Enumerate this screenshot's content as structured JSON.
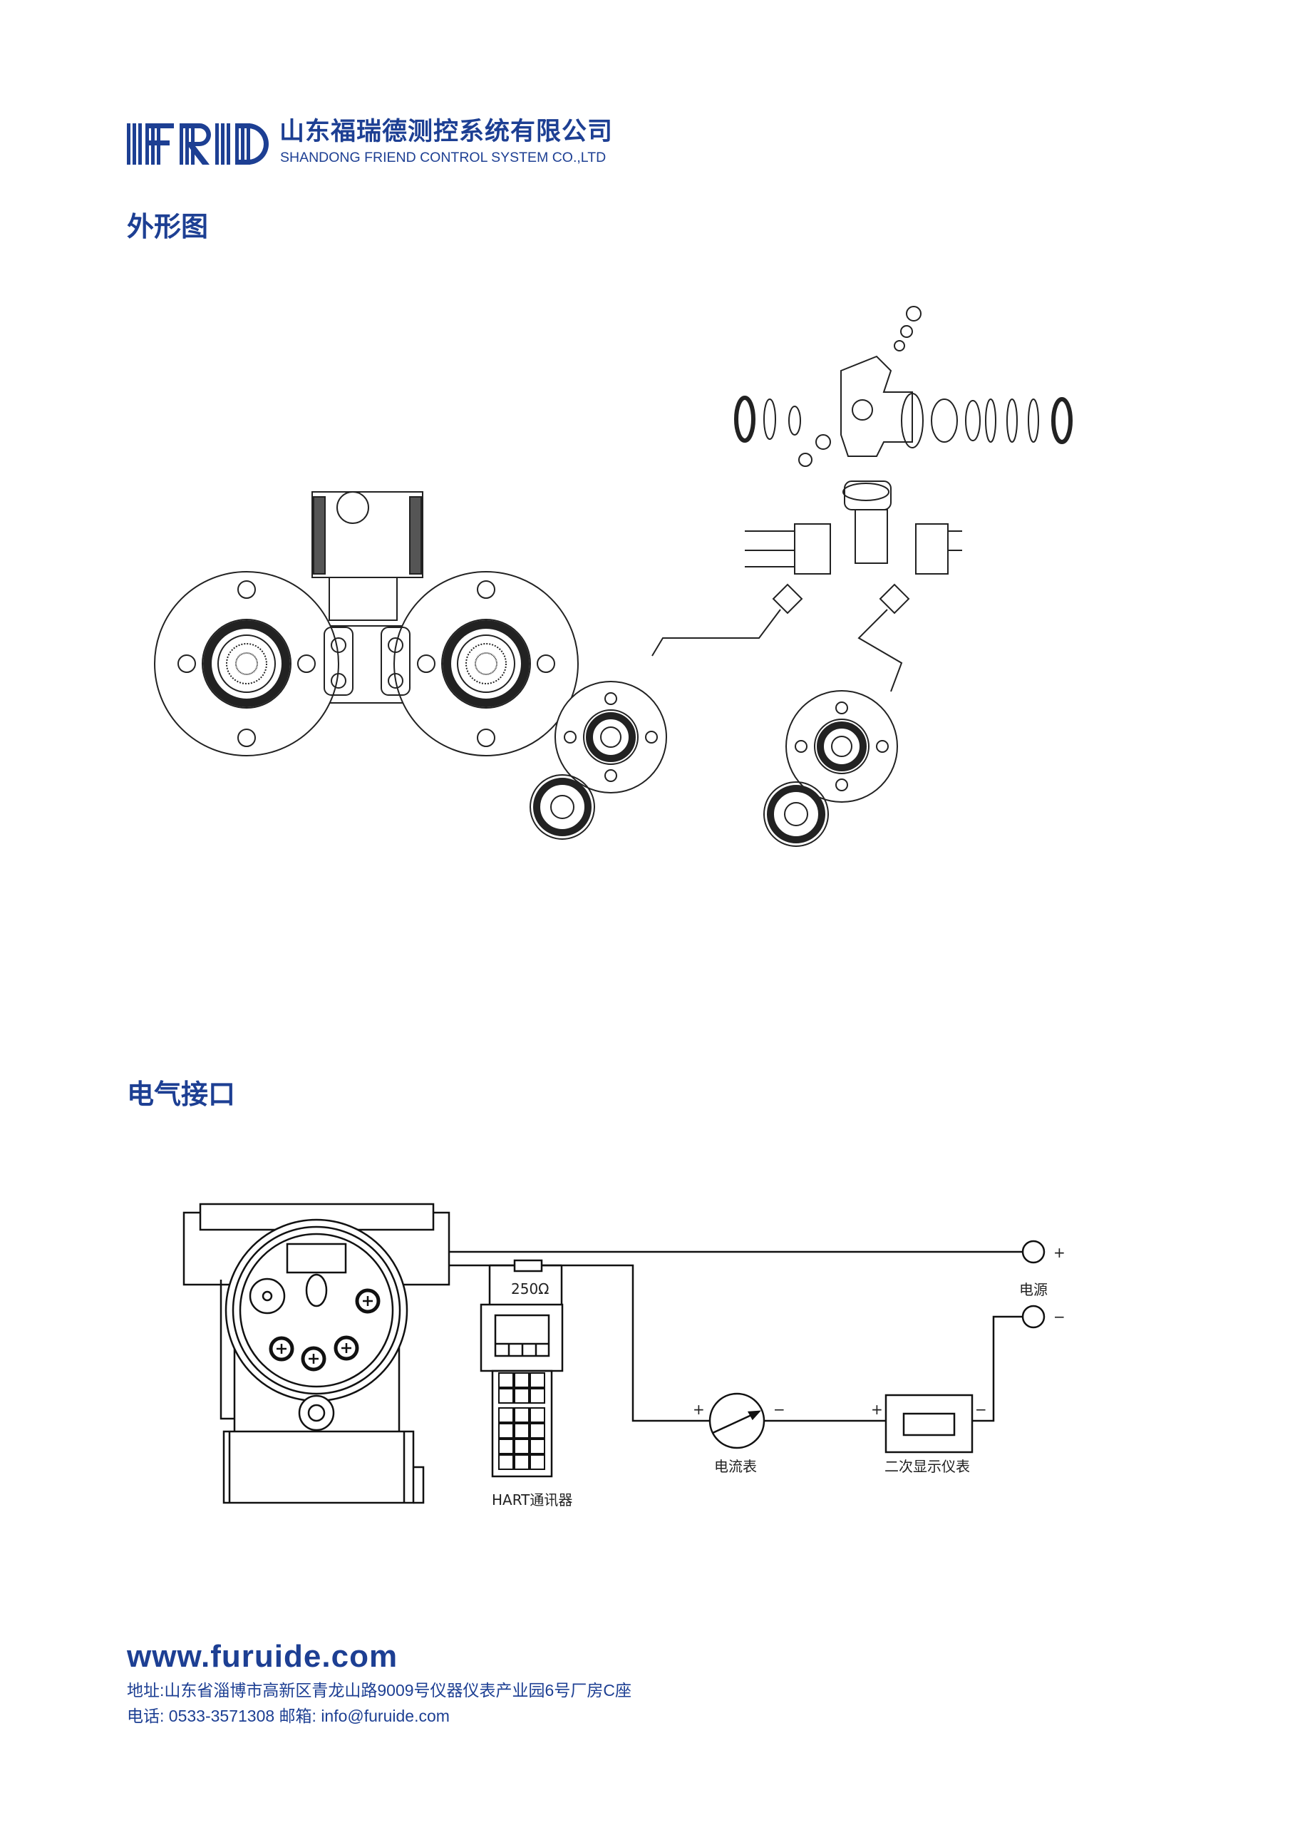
{
  "header": {
    "logo_text": "FRD",
    "company_cn": "山东福瑞德测控系统有限公司",
    "company_en": "SHANDONG FRIEND CONTROL SYSTEM CO.,LTD"
  },
  "sections": {
    "outline_title": "外形图",
    "electrical_title": "电气接口"
  },
  "wiring": {
    "resistor": "250Ω",
    "hart": "HART通讯器",
    "ammeter": "电流表",
    "display": "二次显示仪表",
    "power": "电源",
    "plus": "+",
    "minus": "−"
  },
  "footer": {
    "website": "www.furuide.com",
    "address": "地址:山东省淄博市高新区青龙山路9009号仪器仪表产业园6号厂房C座",
    "contact": "电话: 0533-3571308 邮箱: info@furuide.com"
  },
  "colors": {
    "brand": "#1d3f93"
  }
}
